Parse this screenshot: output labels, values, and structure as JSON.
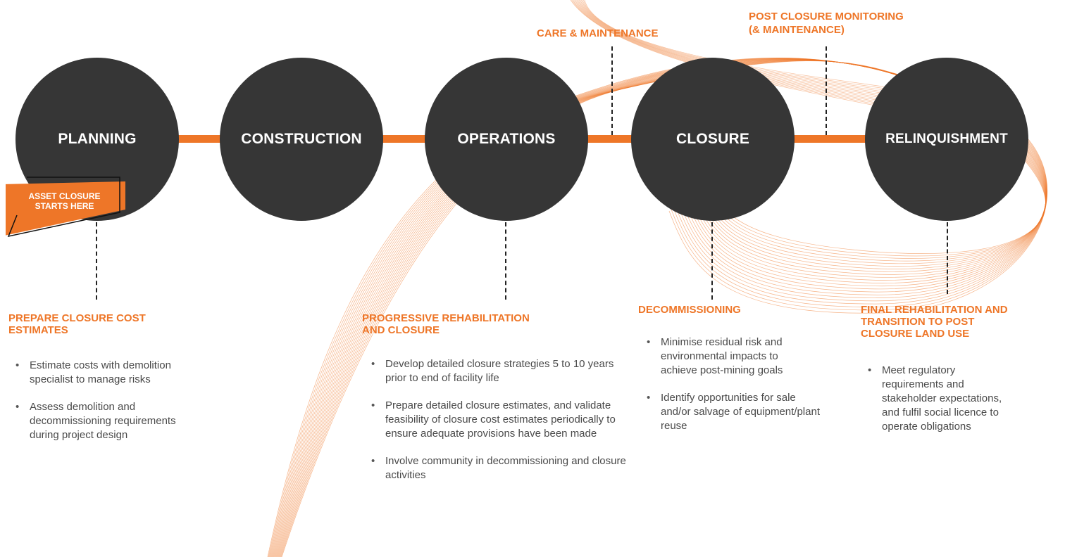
{
  "colors": {
    "accent": "#ee7628",
    "circle": "#363636",
    "text": "#4a4a4a"
  },
  "stages": [
    {
      "label": "PLANNING"
    },
    {
      "label": "CONSTRUCTION"
    },
    {
      "label": "OPERATIONS"
    },
    {
      "label": "CLOSURE"
    },
    {
      "label": "RELINQUISHMENT"
    }
  ],
  "tag": {
    "line1": "ASSET CLOSURE",
    "line2": "STARTS HERE"
  },
  "top_labels": {
    "care": "CARE & MAINTENANCE",
    "post_line1": "POST CLOSURE MONITORING",
    "post_line2": "(& MAINTENANCE)"
  },
  "sections": {
    "planning": {
      "heading_line1": "PREPARE CLOSURE COST",
      "heading_line2": "ESTIMATES",
      "bullets": [
        "Estimate costs with demolition specialist to manage risks",
        "Assess demolition and decommissioning requirements during project design"
      ]
    },
    "operations": {
      "heading_line1": "PROGRESSIVE REHABILITATION",
      "heading_line2": "AND CLOSURE",
      "bullets": [
        "Develop detailed closure strategies 5 to 10 years prior to end of facility life",
        "Prepare detailed closure estimates, and validate feasibility of closure cost estimates periodically to ensure adequate provisions have been made",
        "Involve community in decommissioning and closure activities"
      ]
    },
    "closure": {
      "heading_line1": "DECOMMISSIONING",
      "bullets": [
        "Minimise residual risk and environmental impacts to achieve post-mining goals",
        "Identify opportunities for sale and/or salvage of equipment/plant reuse"
      ]
    },
    "relinquishment": {
      "heading_line1": "FINAL REHABILITATION AND",
      "heading_line2": "TRANSITION TO POST",
      "heading_line3": "CLOSURE LAND USE",
      "bullets": [
        "Meet regulatory requirements and stakeholder expectations, and fulfil social licence to operate obligations"
      ]
    }
  }
}
